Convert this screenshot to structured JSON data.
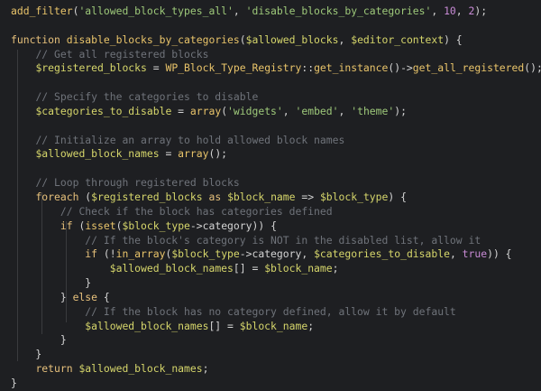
{
  "editor": {
    "theme_colors": {
      "background": "#1e1f22",
      "function": "#e9c46a",
      "string": "#9ec97a",
      "number": "#c98bd6",
      "keyword": "#e6c07b",
      "variable": "#d6d66b",
      "comment": "#6f737a",
      "punctuation": "#d4d4d4"
    },
    "lines": [
      [
        {
          "t": "fn",
          "v": "add_filter"
        },
        {
          "t": "p",
          "v": "("
        },
        {
          "t": "str",
          "v": "'allowed_block_types_all'"
        },
        {
          "t": "p",
          "v": ", "
        },
        {
          "t": "str",
          "v": "'disable_blocks_by_categories'"
        },
        {
          "t": "p",
          "v": ", "
        },
        {
          "t": "num",
          "v": "10"
        },
        {
          "t": "p",
          "v": ", "
        },
        {
          "t": "num",
          "v": "2"
        },
        {
          "t": "p",
          "v": ");"
        }
      ],
      [],
      [
        {
          "t": "kw",
          "v": "function "
        },
        {
          "t": "fn",
          "v": "disable_blocks_by_categories"
        },
        {
          "t": "p",
          "v": "("
        },
        {
          "t": "var",
          "v": "$allowed_blocks"
        },
        {
          "t": "p",
          "v": ", "
        },
        {
          "t": "var",
          "v": "$editor_context"
        },
        {
          "t": "p",
          "v": ") {"
        }
      ],
      [
        {
          "t": "p",
          "v": "    "
        },
        {
          "t": "cm",
          "v": "// Get all registered blocks"
        }
      ],
      [
        {
          "t": "p",
          "v": "    "
        },
        {
          "t": "var",
          "v": "$registered_blocks"
        },
        {
          "t": "op",
          "v": " = "
        },
        {
          "t": "fn",
          "v": "WP_Block_Type_Registry"
        },
        {
          "t": "op",
          "v": "::"
        },
        {
          "t": "fn",
          "v": "get_instance"
        },
        {
          "t": "p",
          "v": "()"
        },
        {
          "t": "op",
          "v": "->"
        },
        {
          "t": "fn",
          "v": "get_all_registered"
        },
        {
          "t": "p",
          "v": "();"
        }
      ],
      [],
      [
        {
          "t": "p",
          "v": "    "
        },
        {
          "t": "cm",
          "v": "// Specify the categories to disable"
        }
      ],
      [
        {
          "t": "p",
          "v": "    "
        },
        {
          "t": "var",
          "v": "$categories_to_disable"
        },
        {
          "t": "op",
          "v": " = "
        },
        {
          "t": "fn",
          "v": "array"
        },
        {
          "t": "p",
          "v": "("
        },
        {
          "t": "str",
          "v": "'widgets'"
        },
        {
          "t": "p",
          "v": ", "
        },
        {
          "t": "str",
          "v": "'embed'"
        },
        {
          "t": "p",
          "v": ", "
        },
        {
          "t": "str",
          "v": "'theme'"
        },
        {
          "t": "p",
          "v": ");"
        }
      ],
      [],
      [
        {
          "t": "p",
          "v": "    "
        },
        {
          "t": "cm",
          "v": "// Initialize an array to hold allowed block names"
        }
      ],
      [
        {
          "t": "p",
          "v": "    "
        },
        {
          "t": "var",
          "v": "$allowed_block_names"
        },
        {
          "t": "op",
          "v": " = "
        },
        {
          "t": "fn",
          "v": "array"
        },
        {
          "t": "p",
          "v": "();"
        }
      ],
      [],
      [
        {
          "t": "p",
          "v": "    "
        },
        {
          "t": "cm",
          "v": "// Loop through registered blocks"
        }
      ],
      [
        {
          "t": "p",
          "v": "    "
        },
        {
          "t": "kw",
          "v": "foreach"
        },
        {
          "t": "p",
          "v": " ("
        },
        {
          "t": "var",
          "v": "$registered_blocks"
        },
        {
          "t": "kw",
          "v": " as "
        },
        {
          "t": "var",
          "v": "$block_name"
        },
        {
          "t": "op",
          "v": " => "
        },
        {
          "t": "var",
          "v": "$block_type"
        },
        {
          "t": "p",
          "v": ") {"
        }
      ],
      [
        {
          "t": "p",
          "v": "        "
        },
        {
          "t": "cm",
          "v": "// Check if the block has categories defined"
        }
      ],
      [
        {
          "t": "p",
          "v": "        "
        },
        {
          "t": "kw",
          "v": "if"
        },
        {
          "t": "p",
          "v": " ("
        },
        {
          "t": "fn",
          "v": "isset"
        },
        {
          "t": "p",
          "v": "("
        },
        {
          "t": "var",
          "v": "$block_type"
        },
        {
          "t": "op",
          "v": "->"
        },
        {
          "t": "prop",
          "v": "category"
        },
        {
          "t": "p",
          "v": ")) {"
        }
      ],
      [
        {
          "t": "p",
          "v": "            "
        },
        {
          "t": "cm",
          "v": "// If the block's category is NOT in the disabled list, allow it"
        }
      ],
      [
        {
          "t": "p",
          "v": "            "
        },
        {
          "t": "kw",
          "v": "if"
        },
        {
          "t": "p",
          "v": " (!"
        },
        {
          "t": "fn",
          "v": "in_array"
        },
        {
          "t": "p",
          "v": "("
        },
        {
          "t": "var",
          "v": "$block_type"
        },
        {
          "t": "op",
          "v": "->"
        },
        {
          "t": "prop",
          "v": "category"
        },
        {
          "t": "p",
          "v": ", "
        },
        {
          "t": "var",
          "v": "$categories_to_disable"
        },
        {
          "t": "p",
          "v": ", "
        },
        {
          "t": "const",
          "v": "true"
        },
        {
          "t": "p",
          "v": ")) {"
        }
      ],
      [
        {
          "t": "p",
          "v": "                "
        },
        {
          "t": "var",
          "v": "$allowed_block_names"
        },
        {
          "t": "p",
          "v": "[]"
        },
        {
          "t": "op",
          "v": " = "
        },
        {
          "t": "var",
          "v": "$block_name"
        },
        {
          "t": "p",
          "v": ";"
        }
      ],
      [
        {
          "t": "p",
          "v": "            }"
        }
      ],
      [
        {
          "t": "p",
          "v": "        } "
        },
        {
          "t": "kw",
          "v": "else"
        },
        {
          "t": "p",
          "v": " {"
        }
      ],
      [
        {
          "t": "p",
          "v": "            "
        },
        {
          "t": "cm",
          "v": "// If the block has no category defined, allow it by default"
        }
      ],
      [
        {
          "t": "p",
          "v": "            "
        },
        {
          "t": "var",
          "v": "$allowed_block_names"
        },
        {
          "t": "p",
          "v": "[]"
        },
        {
          "t": "op",
          "v": " = "
        },
        {
          "t": "var",
          "v": "$block_name"
        },
        {
          "t": "p",
          "v": ";"
        }
      ],
      [
        {
          "t": "p",
          "v": "        }"
        }
      ],
      [
        {
          "t": "p",
          "v": "    }"
        }
      ],
      [
        {
          "t": "p",
          "v": "    "
        },
        {
          "t": "kw",
          "v": "return "
        },
        {
          "t": "var",
          "v": "$allowed_block_names"
        },
        {
          "t": "p",
          "v": ";"
        }
      ],
      [
        {
          "t": "p",
          "v": "}"
        }
      ]
    ]
  }
}
